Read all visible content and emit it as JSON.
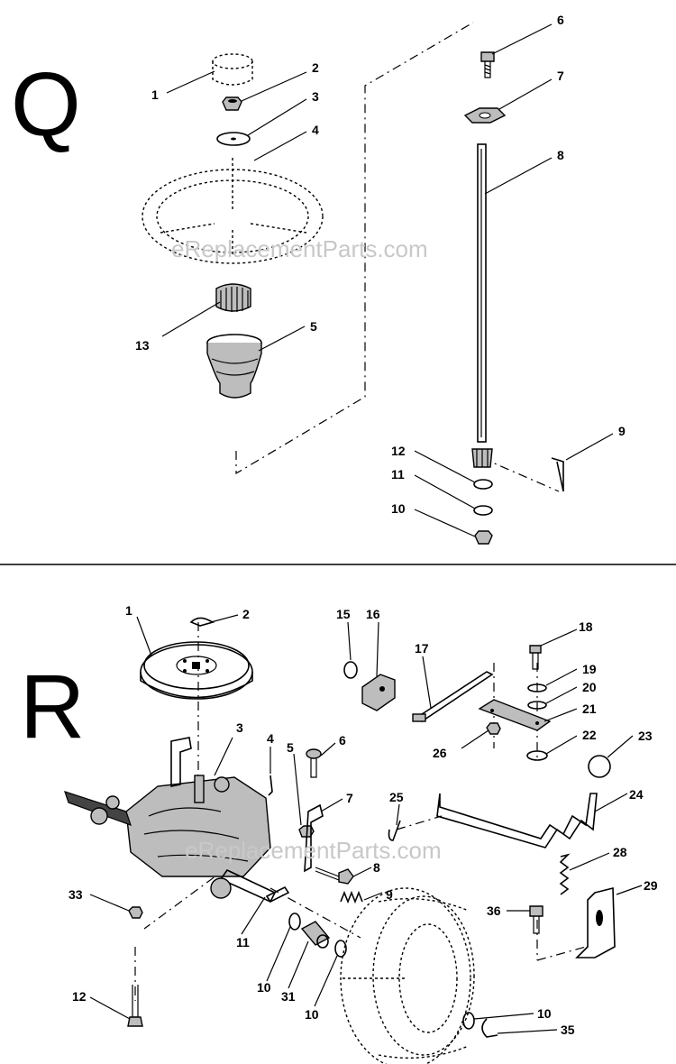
{
  "watermark": "eReplacementParts.com",
  "sections": [
    {
      "letter": "Q",
      "callouts": [
        "1",
        "2",
        "3",
        "4",
        "13",
        "5",
        "6",
        "7",
        "8",
        "9",
        "12",
        "11",
        "10"
      ]
    },
    {
      "letter": "R",
      "callouts": [
        "1",
        "2",
        "15",
        "16",
        "17",
        "18",
        "19",
        "20",
        "21",
        "26",
        "22",
        "23",
        "3",
        "4",
        "5",
        "6",
        "7",
        "25",
        "24",
        "8",
        "9",
        "28",
        "29",
        "33",
        "11",
        "36",
        "10",
        "31",
        "10",
        "12",
        "10",
        "35"
      ]
    }
  ]
}
